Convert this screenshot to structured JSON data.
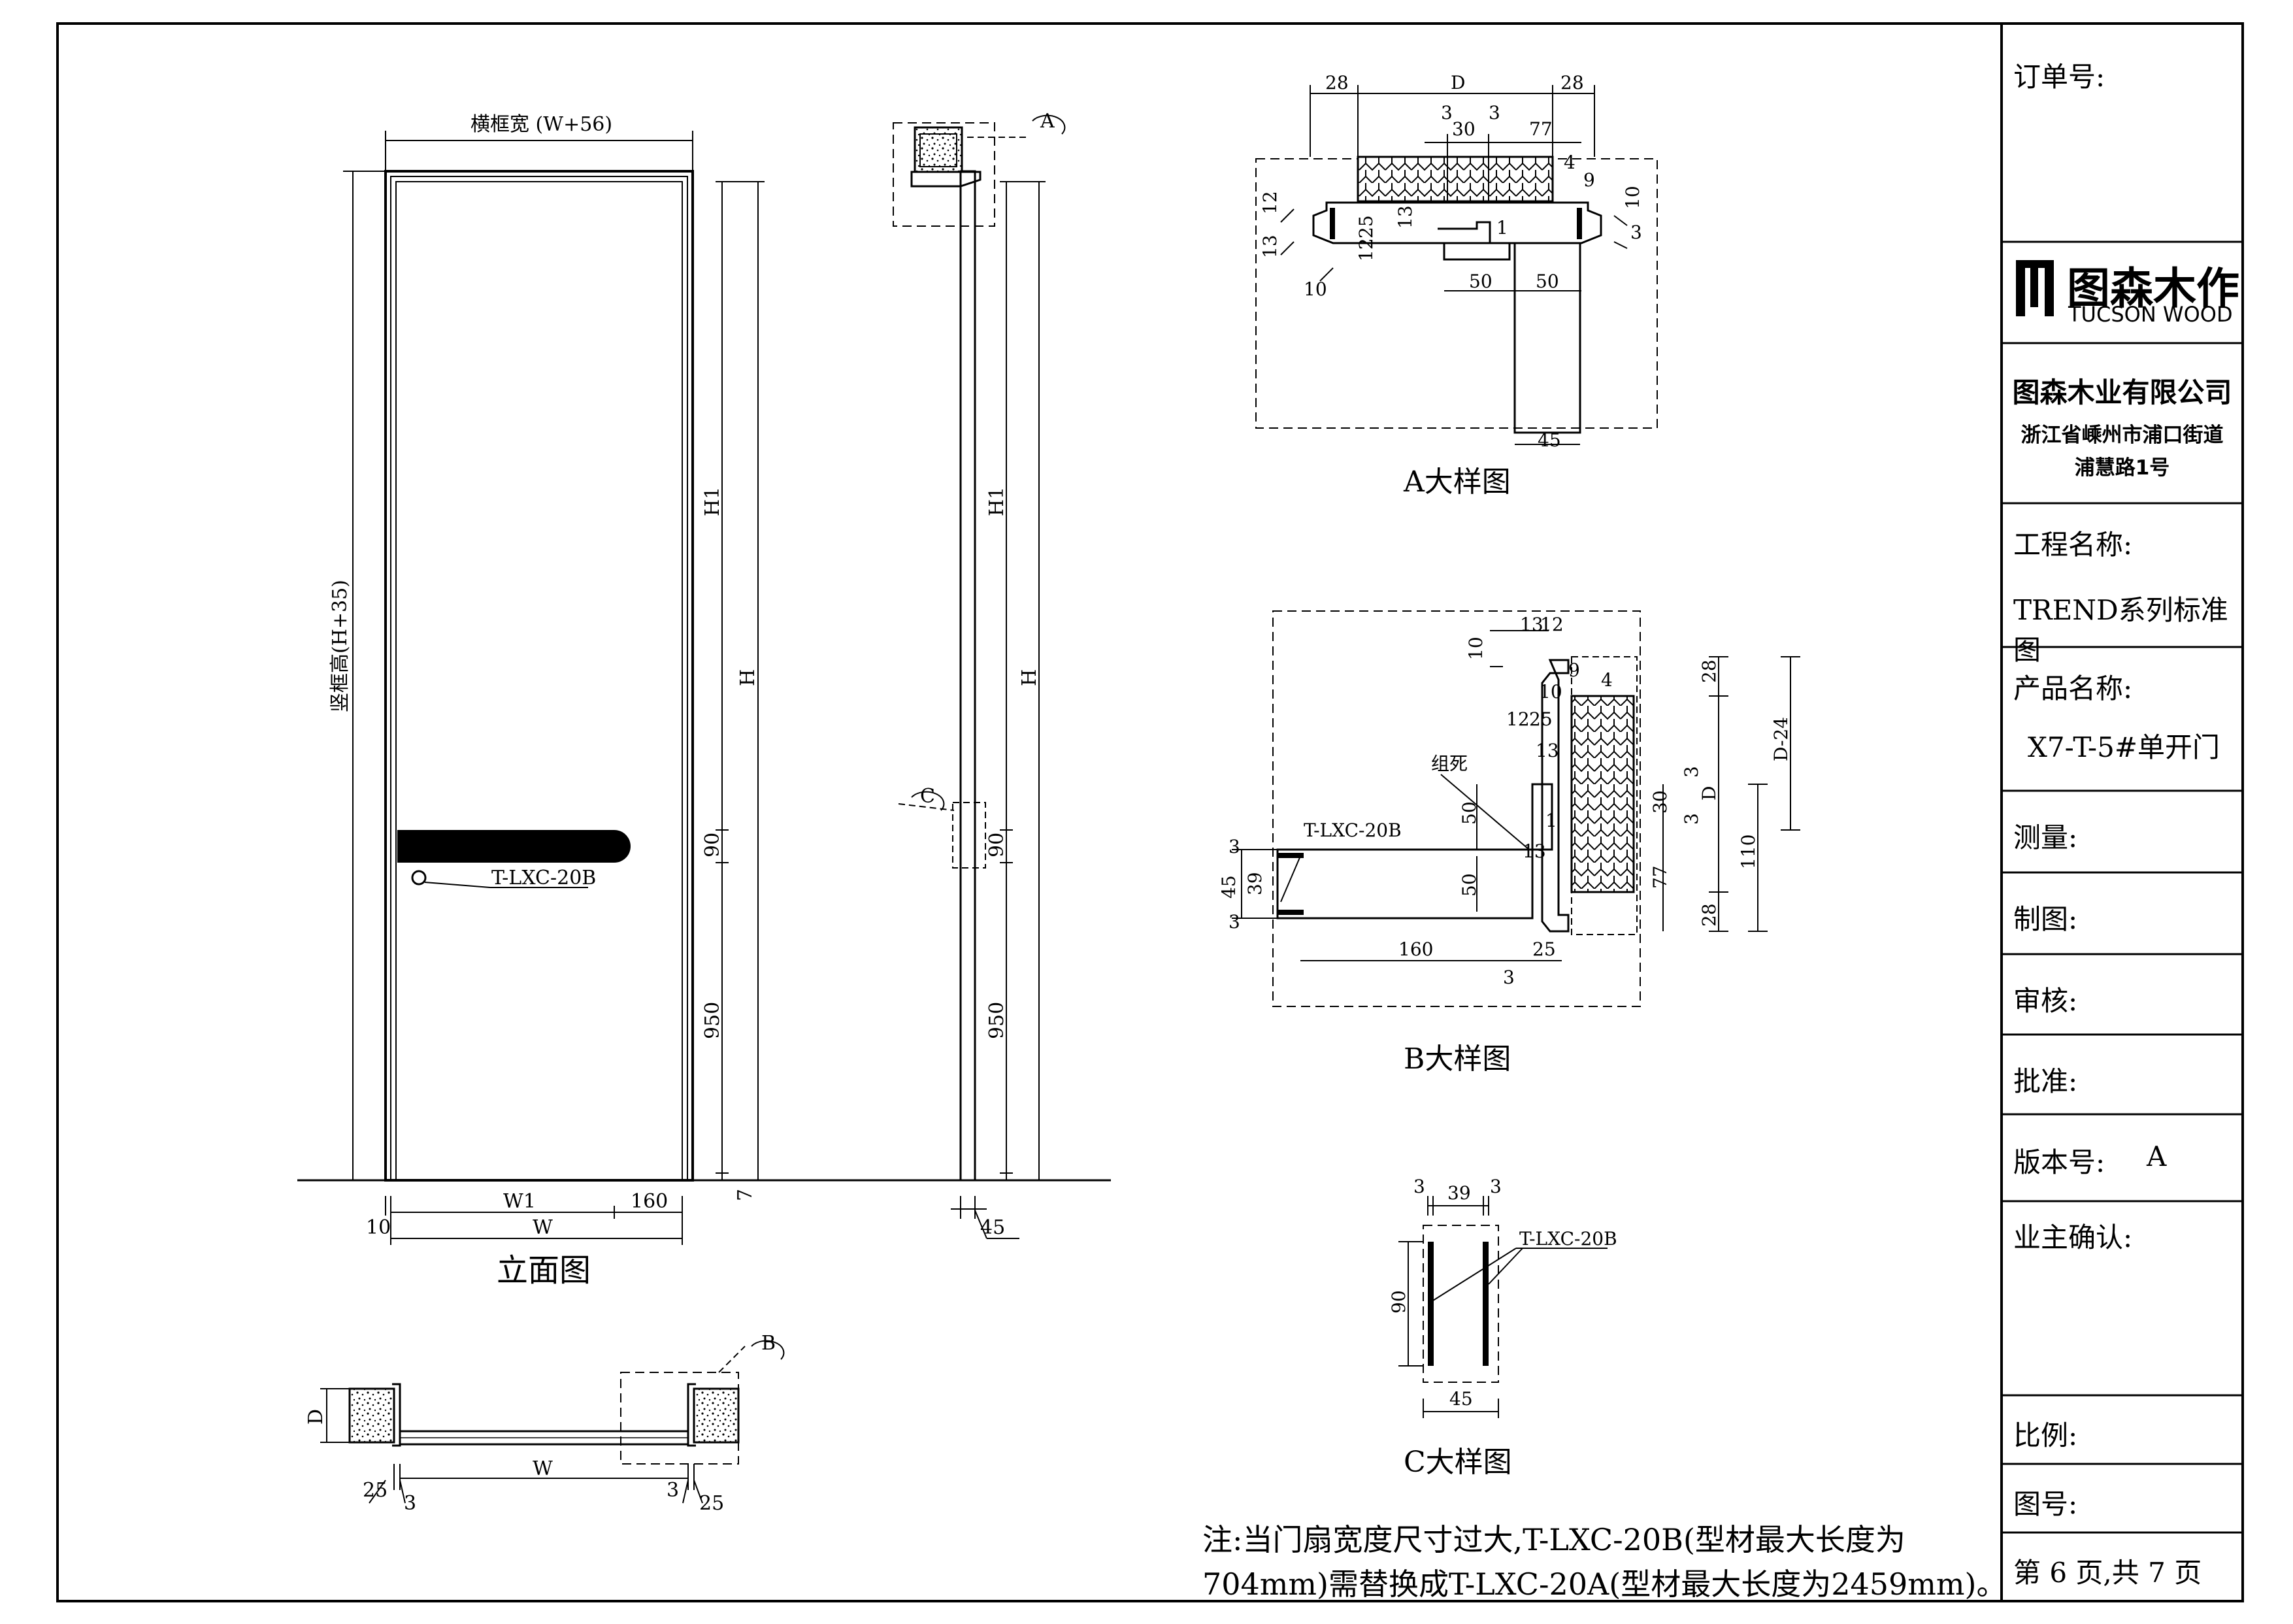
{
  "titleblock": {
    "order_no_label": "订单号:",
    "logo_cn": "图森木作",
    "logo_en": "TUCSON WOOD",
    "company_name": "图森木业有限公司",
    "company_addr_1": "浙江省嵊州市浦口街道",
    "company_addr_2": "浦慧路1号",
    "project_label": "工程名称:",
    "project_value": "TREND系列标准图",
    "product_label": "产品名称:",
    "product_value": "X7-T-5#单开门",
    "measure_label": "测量:",
    "draw_label": "制图:",
    "review_label": "审核:",
    "approve_label": "批准:",
    "version_label": "版本号:",
    "version_value": "A",
    "owner_label": "业主确认:",
    "scale_label": "比例:",
    "drawing_no_label": "图号:",
    "page_info": "第 6 页,共 7 页"
  },
  "views": {
    "elevation_title": "立面图",
    "detail_a_title": "A大样图",
    "detail_b_title": "B大样图",
    "detail_c_title": "C大样图"
  },
  "callouts": {
    "a": "A",
    "b": "B",
    "c": "C"
  },
  "elevation": {
    "top_width": "横框宽 (W+56)",
    "side_height": "竖框高(H+35)",
    "h1": "H1",
    "h": "H",
    "d90": "90",
    "d950": "950",
    "d7": "7",
    "handle_label": "T-LXC-20B",
    "w1": "W1",
    "d160": "160",
    "w": "W",
    "d10": "10"
  },
  "side_view": {
    "h1": "H1",
    "h": "H",
    "d90": "90",
    "d950": "950",
    "d45": "45"
  },
  "plan_view": {
    "d": "D",
    "w": "W",
    "d25_left": "25",
    "d3_left": "3",
    "d3_right": "3",
    "d25_right": "25"
  },
  "detail_a": {
    "d28_l": "28",
    "d_mid": "D",
    "d28_r": "28",
    "d3_a": "3",
    "d3_b": "3",
    "d30": "30",
    "d77": "77",
    "d4": "4",
    "d9": "9",
    "d12": "12",
    "d13_a": "13",
    "d25": "25",
    "d13_b": "13",
    "d1": "1",
    "d12_b": "12",
    "d10_r": "10",
    "d3_r": "3",
    "d10_l": "10",
    "d50_a": "50",
    "d50_b": "50",
    "d45": "45"
  },
  "detail_b": {
    "d13": "13",
    "d12": "12",
    "d10_a": "10",
    "d9": "9",
    "d4": "4",
    "d10_b": "10",
    "d12_b": "12",
    "d25": "25",
    "d13_b": "13",
    "zusi": "组死",
    "d50_a": "50",
    "d1": "1",
    "d13_c": "13",
    "profile": "T-LXC-20B",
    "d50_b": "50",
    "d3_a": "3",
    "d45": "45",
    "d39": "39",
    "d3_b": "3",
    "d160": "160",
    "d3_c": "3",
    "d25_b": "25",
    "d28_t": "28",
    "d_d": "D",
    "d24": "D-24",
    "d3_d": "3",
    "d30": "30",
    "d3_e": "3",
    "d110": "110",
    "d77": "77",
    "d28_b": "28"
  },
  "detail_c": {
    "d3_l": "3",
    "d39": "39",
    "d3_r": "3",
    "profile": "T-LXC-20B",
    "d90": "90",
    "d45": "45"
  },
  "note": {
    "line1": "注:当门扇宽度尺寸过大,T-LXC-20B(型材最大长度为",
    "line2": "704mm)需替换成T-LXC-20A(型材最大长度为2459mm)。"
  }
}
